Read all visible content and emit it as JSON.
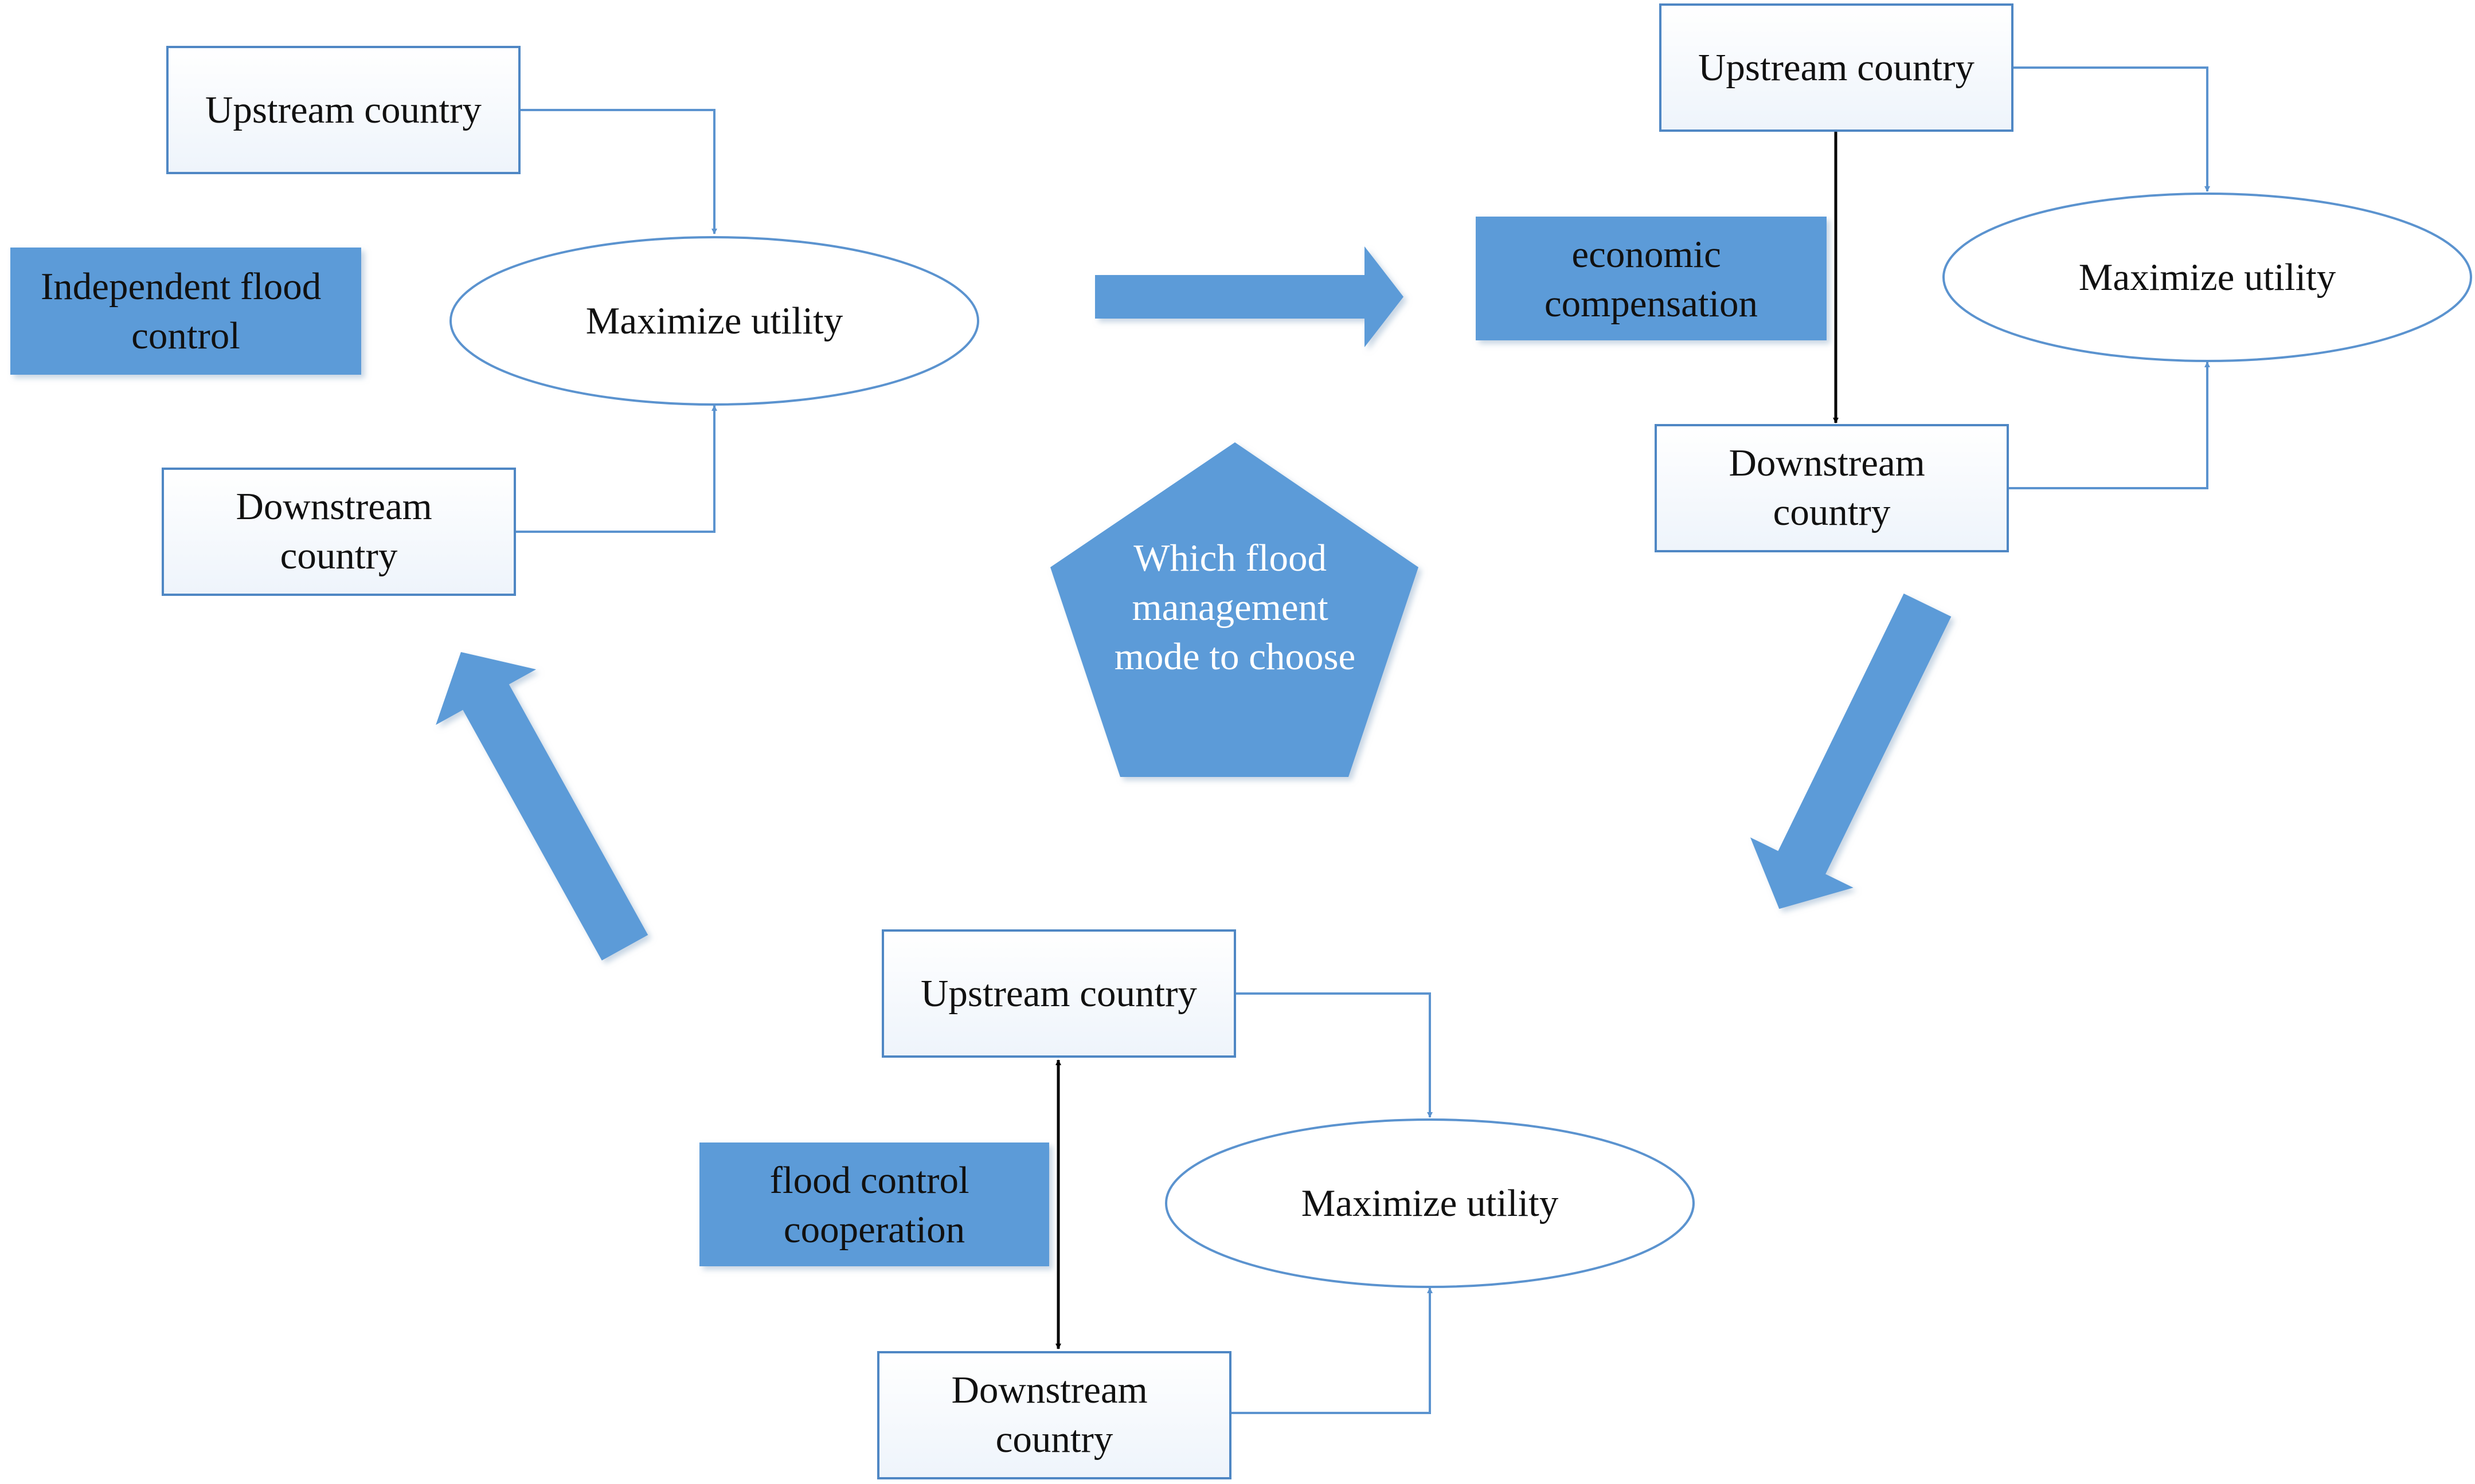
{
  "center": {
    "lines": [
      "Which flood",
      "management",
      "mode to choose"
    ]
  },
  "panels": {
    "independent": {
      "mode_lines": [
        "Independent flood",
        "control"
      ],
      "upstream_lines": [
        "Upstream country"
      ],
      "downstream_lines": [
        "Downstream",
        "country"
      ],
      "goal_lines": [
        "Maximize utility"
      ]
    },
    "compensation": {
      "mode_lines": [
        "economic",
        "compensation"
      ],
      "upstream_lines": [
        "Upstream country"
      ],
      "downstream_lines": [
        "Downstream",
        "country"
      ],
      "goal_lines": [
        "Maximize utility"
      ]
    },
    "cooperation": {
      "mode_lines": [
        "flood control",
        "cooperation"
      ],
      "upstream_lines": [
        "Upstream country"
      ],
      "downstream_lines": [
        "Downstream",
        "country"
      ],
      "goal_lines": [
        "Maximize utility"
      ]
    }
  },
  "colors": {
    "mode_fill": "#5b9bd8",
    "box_stroke": "#4f87c4",
    "connector": "#5b93cf",
    "link_dark": "#000000"
  }
}
